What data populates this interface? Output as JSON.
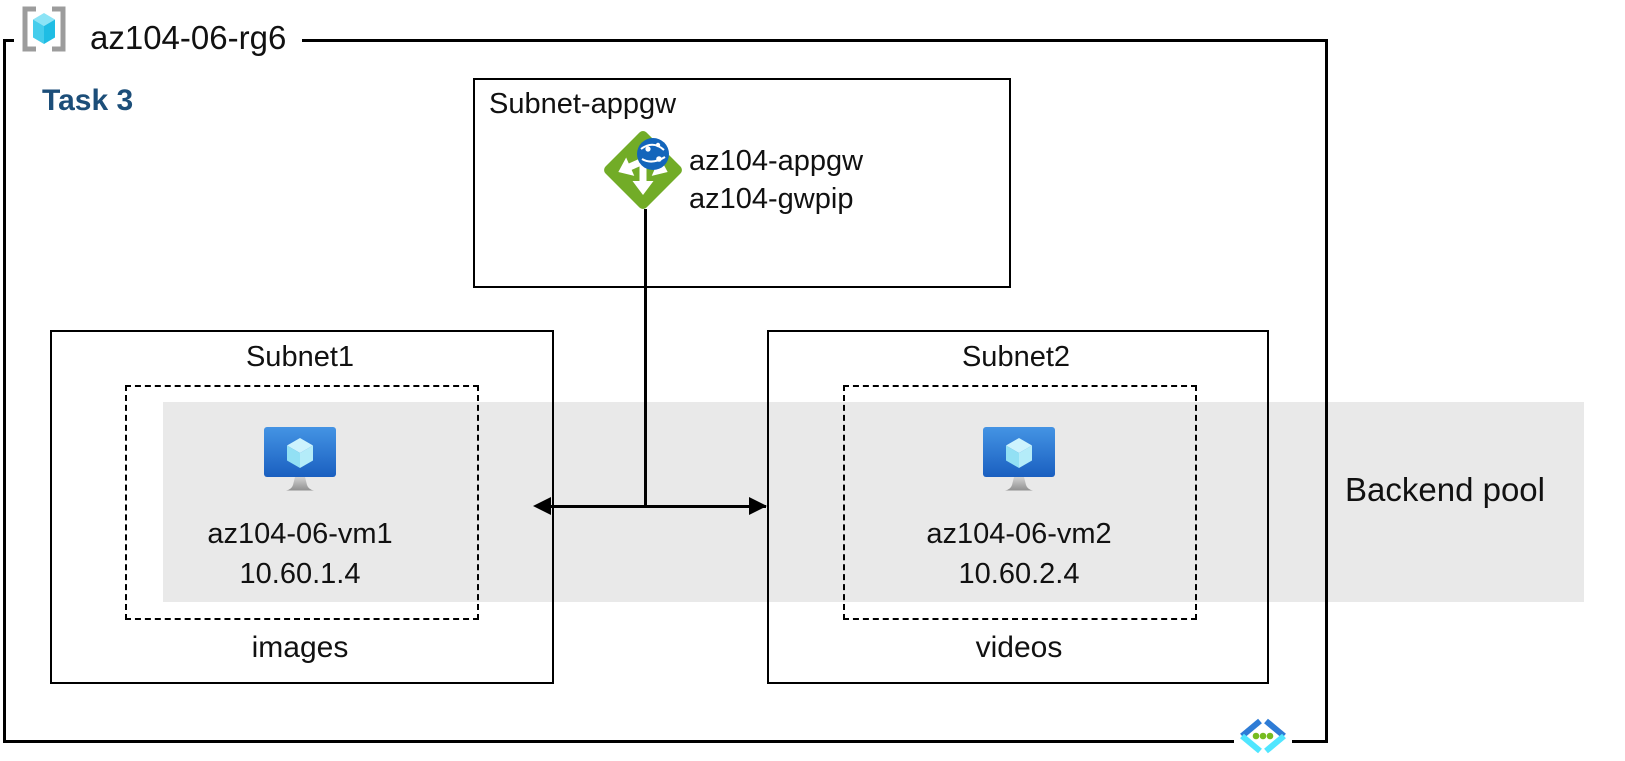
{
  "resource_group": {
    "name": "az104-06-rg6",
    "icon": "resource-group-icon"
  },
  "task_label": "Task 3",
  "appgw_subnet": {
    "label": "Subnet-appgw",
    "icon": "application-gateway-icon",
    "gateway_name": "az104-appgw",
    "public_ip_name": "az104-gwpip"
  },
  "subnet1": {
    "label": "Subnet1",
    "vm": {
      "icon": "virtual-machine-icon",
      "name": "az104-06-vm1",
      "ip": "10.60.1.4"
    },
    "caption": "images"
  },
  "subnet2": {
    "label": "Subnet2",
    "vm": {
      "icon": "virtual-machine-icon",
      "name": "az104-06-vm2",
      "ip": "10.60.2.4"
    },
    "caption": "videos"
  },
  "backend_pool": {
    "label": "Backend pool"
  },
  "vnet_icon": "virtual-network-icon",
  "colors": {
    "band_gray": "#e9e9e9",
    "task_label_blue": "#1c4e79",
    "appgw_green": "#72ac27",
    "globe_blue": "#1365bb",
    "vm_screen_top": "#4494e4",
    "vm_screen_bottom": "#1a5fc0",
    "cube_cyan": "#45cdec",
    "bracket_gray": "#9c9c9c",
    "vnet_dark_blue": "#2e7cd6",
    "vnet_light_cyan": "#50e6ff",
    "vnet_dot_green": "#76bc21",
    "line_black": "#000000"
  }
}
